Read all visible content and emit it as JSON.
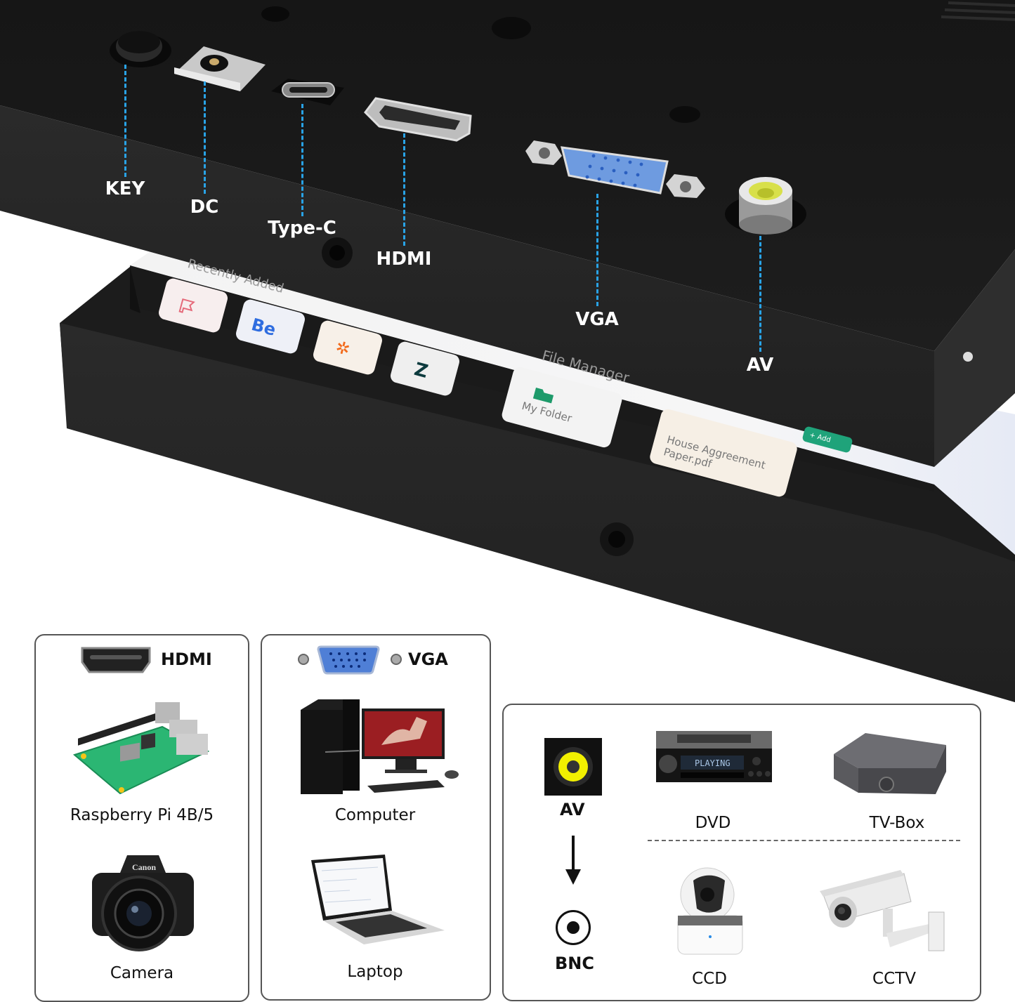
{
  "monitor": {
    "ports": [
      {
        "id": "key",
        "label": "KEY"
      },
      {
        "id": "dc",
        "label": "DC"
      },
      {
        "id": "typec",
        "label": "Type-C"
      },
      {
        "id": "hdmi",
        "label": "HDMI"
      },
      {
        "id": "vga",
        "label": "VGA"
      },
      {
        "id": "av",
        "label": "AV"
      }
    ],
    "screen": {
      "section_recent": "Recently Added",
      "app_icons": [
        "Be",
        "✲",
        "Z"
      ],
      "section_files": "File Manager",
      "folder_name": "My Folder",
      "file_name_line1": "House Aggreement",
      "file_name_line2": "Paper.pdf",
      "add_button": "+ Add"
    },
    "leader_color": "#29a3e6"
  },
  "cards": {
    "hdmi": {
      "title": "HDMI",
      "devices": [
        {
          "label": "Raspberry Pi 4B/5",
          "icon": "raspberry-pi-board"
        },
        {
          "label": "Camera",
          "icon": "dslr-camera"
        }
      ]
    },
    "vga": {
      "title": "VGA",
      "devices": [
        {
          "label": "Computer",
          "icon": "desktop-computer"
        },
        {
          "label": "Laptop",
          "icon": "laptop"
        }
      ]
    },
    "av": {
      "source_label": "AV",
      "target_label": "BNC",
      "dvd_display": "PLAYING",
      "devices_top": [
        {
          "label": "DVD",
          "icon": "dvd-player"
        },
        {
          "label": "TV-Box",
          "icon": "tv-box"
        }
      ],
      "devices_bottom": [
        {
          "label": "CCD",
          "icon": "ccd-camera"
        },
        {
          "label": "CCTV",
          "icon": "cctv-camera"
        }
      ],
      "av_color": "#f2f000"
    }
  }
}
